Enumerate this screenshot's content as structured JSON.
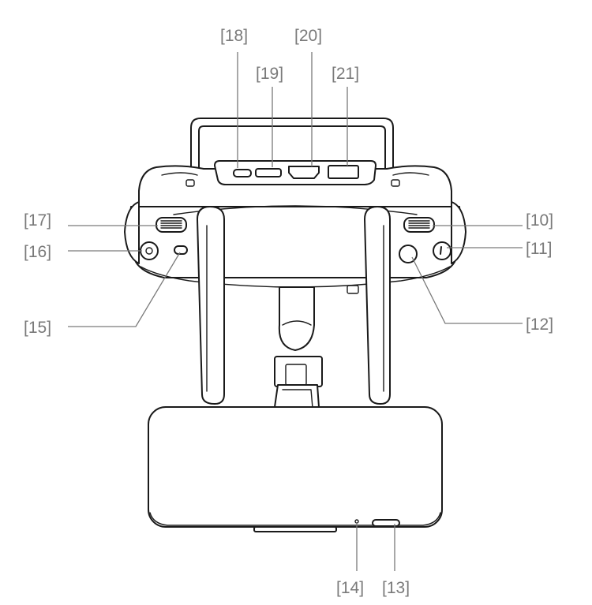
{
  "callouts": {
    "c10": "[10]",
    "c11": "[11]",
    "c12": "[12]",
    "c13": "[13]",
    "c14": "[14]",
    "c15": "[15]",
    "c16": "[16]",
    "c17": "[17]",
    "c18": "[18]",
    "c19": "[19]",
    "c20": "[20]",
    "c21": "[21]"
  },
  "colors": {
    "line": "#1a1a1a",
    "callout": "#7a7a7a",
    "background": "#ffffff"
  }
}
